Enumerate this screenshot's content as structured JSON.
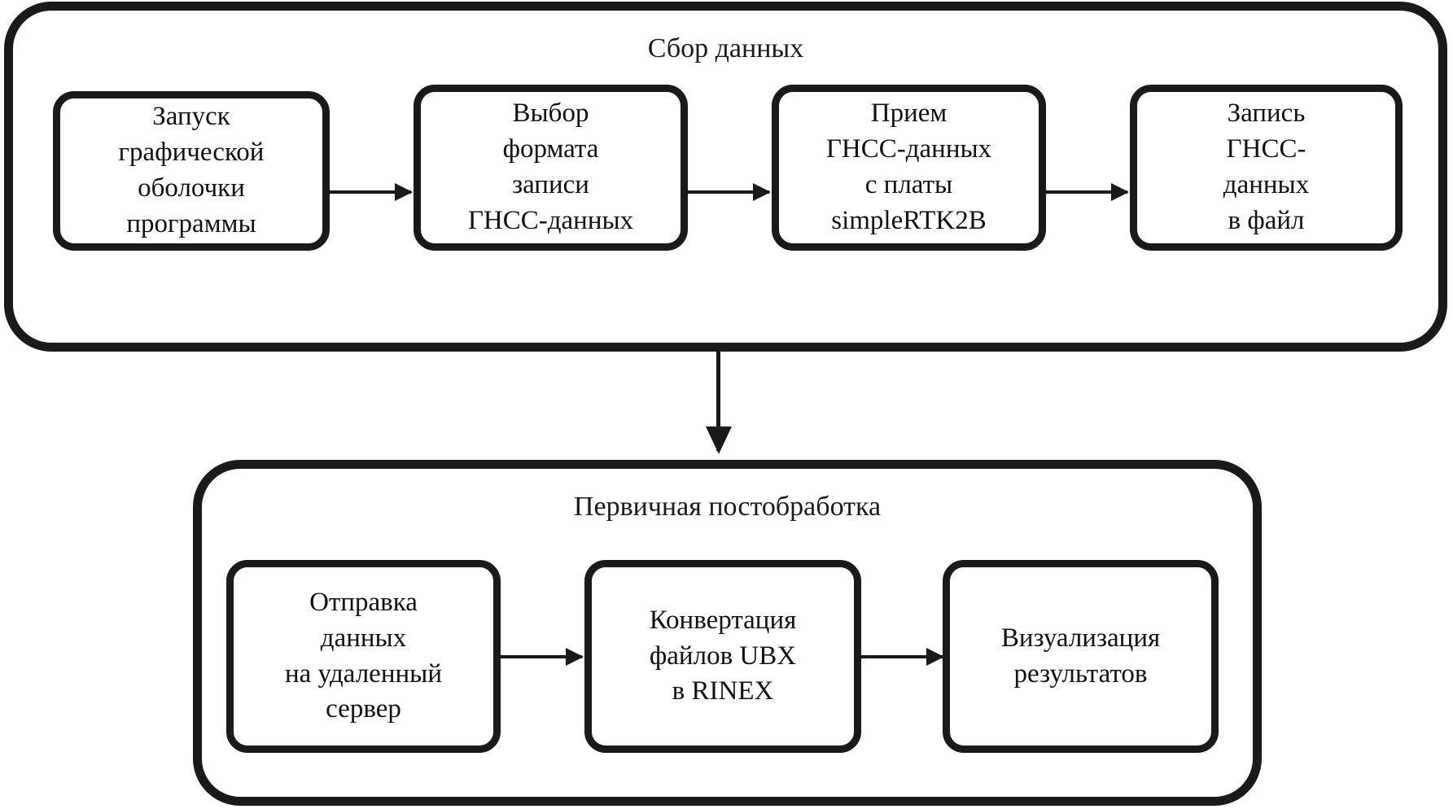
{
  "diagram": {
    "title": "",
    "groups": [
      {
        "id": "data-collection",
        "label": "Сбор данных",
        "steps": [
          {
            "id": "launch-gui",
            "lines": [
              "Запуск",
              "графической",
              "оболочки",
              "программы"
            ]
          },
          {
            "id": "select-format",
            "lines": [
              "Выбор",
              "формата",
              "записи",
              "ГНСС-данных"
            ]
          },
          {
            "id": "receive-gnss",
            "lines": [
              "Прием",
              "ГНСС-данных",
              "с платы",
              "simpleRTK2B"
            ]
          },
          {
            "id": "write-file",
            "lines": [
              "Запись",
              "ГНСС-",
              "данных",
              "в файл"
            ]
          }
        ]
      },
      {
        "id": "primary-postprocessing",
        "label": "Первичная постобработка",
        "steps": [
          {
            "id": "send-remote",
            "lines": [
              "Отправка",
              "данных",
              "на удаленный",
              "сервер"
            ]
          },
          {
            "id": "convert-ubx-rinex",
            "lines": [
              "Конвертация",
              "файлов UBX",
              "в RINEX"
            ]
          },
          {
            "id": "visualize-results",
            "lines": [
              "Визуализация",
              "результатов"
            ]
          }
        ]
      }
    ],
    "colors": {
      "stroke": "#1a1a1a",
      "background": "#ffffff",
      "text": "#111111"
    }
  }
}
